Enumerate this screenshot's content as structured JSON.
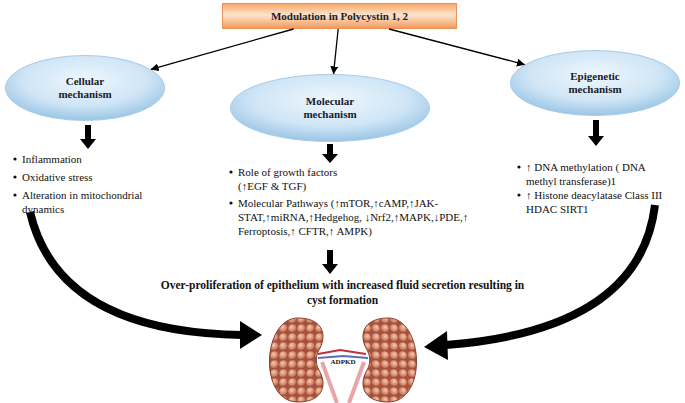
{
  "diagram": {
    "nodes": [
      {
        "text": [
          "Modulation in Polycystin 1, 2"
        ]
      },
      {
        "text": [
          "Cellular mechanism"
        ]
      },
      {
        "text": [
          "Molecular mechanism"
        ]
      },
      {
        "text": [
          "Epigenetic mechanism"
        ]
      }
    ],
    "edges": [
      {
        "from": 0,
        "to": 1,
        "arrow": "to"
      },
      {
        "from": 0,
        "to": 2,
        "arrow": "to"
      },
      {
        "from": 0,
        "to": 3,
        "arrow": "to"
      }
    ],
    "labels": [
      "Inflammation",
      "Oxidative stress",
      "Alteration in mitochondrial dynamics",
      "Role of growth factors (↑EGF & TGF)",
      "Molecular Pathways (↑mTOR,↑cAMP,↑JAK-STAT,↑miRNA,↑Hedgehog, ↓Nrf2,↑MAPK,↓PDE,↑ Ferroptosis,↑ CFTR,↑ AMPK)",
      "↑ DNA methylation ( DNA methyl transferase)1",
      "↑ Histone deacylatase Class III HDAC SIRT1",
      "Over-proliferation of epithelium with increased fluid secretion resulting in cyst formation",
      "ADPKD"
    ]
  }
}
